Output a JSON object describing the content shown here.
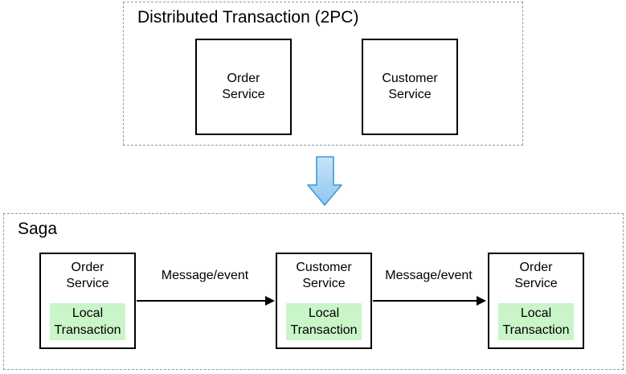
{
  "top_section": {
    "title": "Distributed Transaction (2PC)",
    "nodes": [
      {
        "label": "Order\nService"
      },
      {
        "label": "Customer\nService"
      }
    ]
  },
  "transform_arrow": {
    "icon": "down-block-arrow-icon",
    "direction": "down"
  },
  "bottom_section": {
    "title": "Saga",
    "nodes": [
      {
        "label": "Order\nService",
        "inner_label": "Local\nTransaction"
      },
      {
        "label": "Customer\nService",
        "inner_label": "Local\nTransaction"
      },
      {
        "label": "Order\nService",
        "inner_label": "Local\nTransaction"
      }
    ],
    "edges": [
      {
        "label": "Message/event"
      },
      {
        "label": "Message/event"
      }
    ]
  },
  "colors": {
    "dashed_border": "#999999",
    "node_border": "#000000",
    "local_transaction_bg": "#c9f5c9",
    "arrow_fill_top": "#c6e4f8",
    "arrow_fill_bottom": "#8fc7ee",
    "arrow_stroke": "#3e9ad6",
    "text_color": "#000000"
  }
}
